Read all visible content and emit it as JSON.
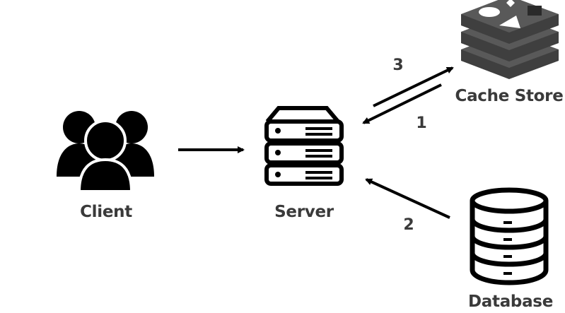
{
  "nodes": {
    "client": {
      "label": "Client",
      "icon": "users-group-icon"
    },
    "server": {
      "label": "Server",
      "icon": "server-rack-icon"
    },
    "cache": {
      "label": "Cache Store",
      "icon": "redis-stack-icon"
    },
    "database": {
      "label": "Database",
      "icon": "database-cylinder-icon"
    }
  },
  "edges": [
    {
      "from": "client",
      "to": "server",
      "label": ""
    },
    {
      "from": "server",
      "to": "cache",
      "label": "3"
    },
    {
      "from": "cache",
      "to": "server",
      "label": "1"
    },
    {
      "from": "database",
      "to": "server",
      "label": "2"
    }
  ],
  "colors": {
    "icon": "#000000",
    "text": "#3a3a3a",
    "cache_dark": "#3f3f3f",
    "cache_mid": "#595959",
    "cache_light": "#8c8c8c"
  }
}
